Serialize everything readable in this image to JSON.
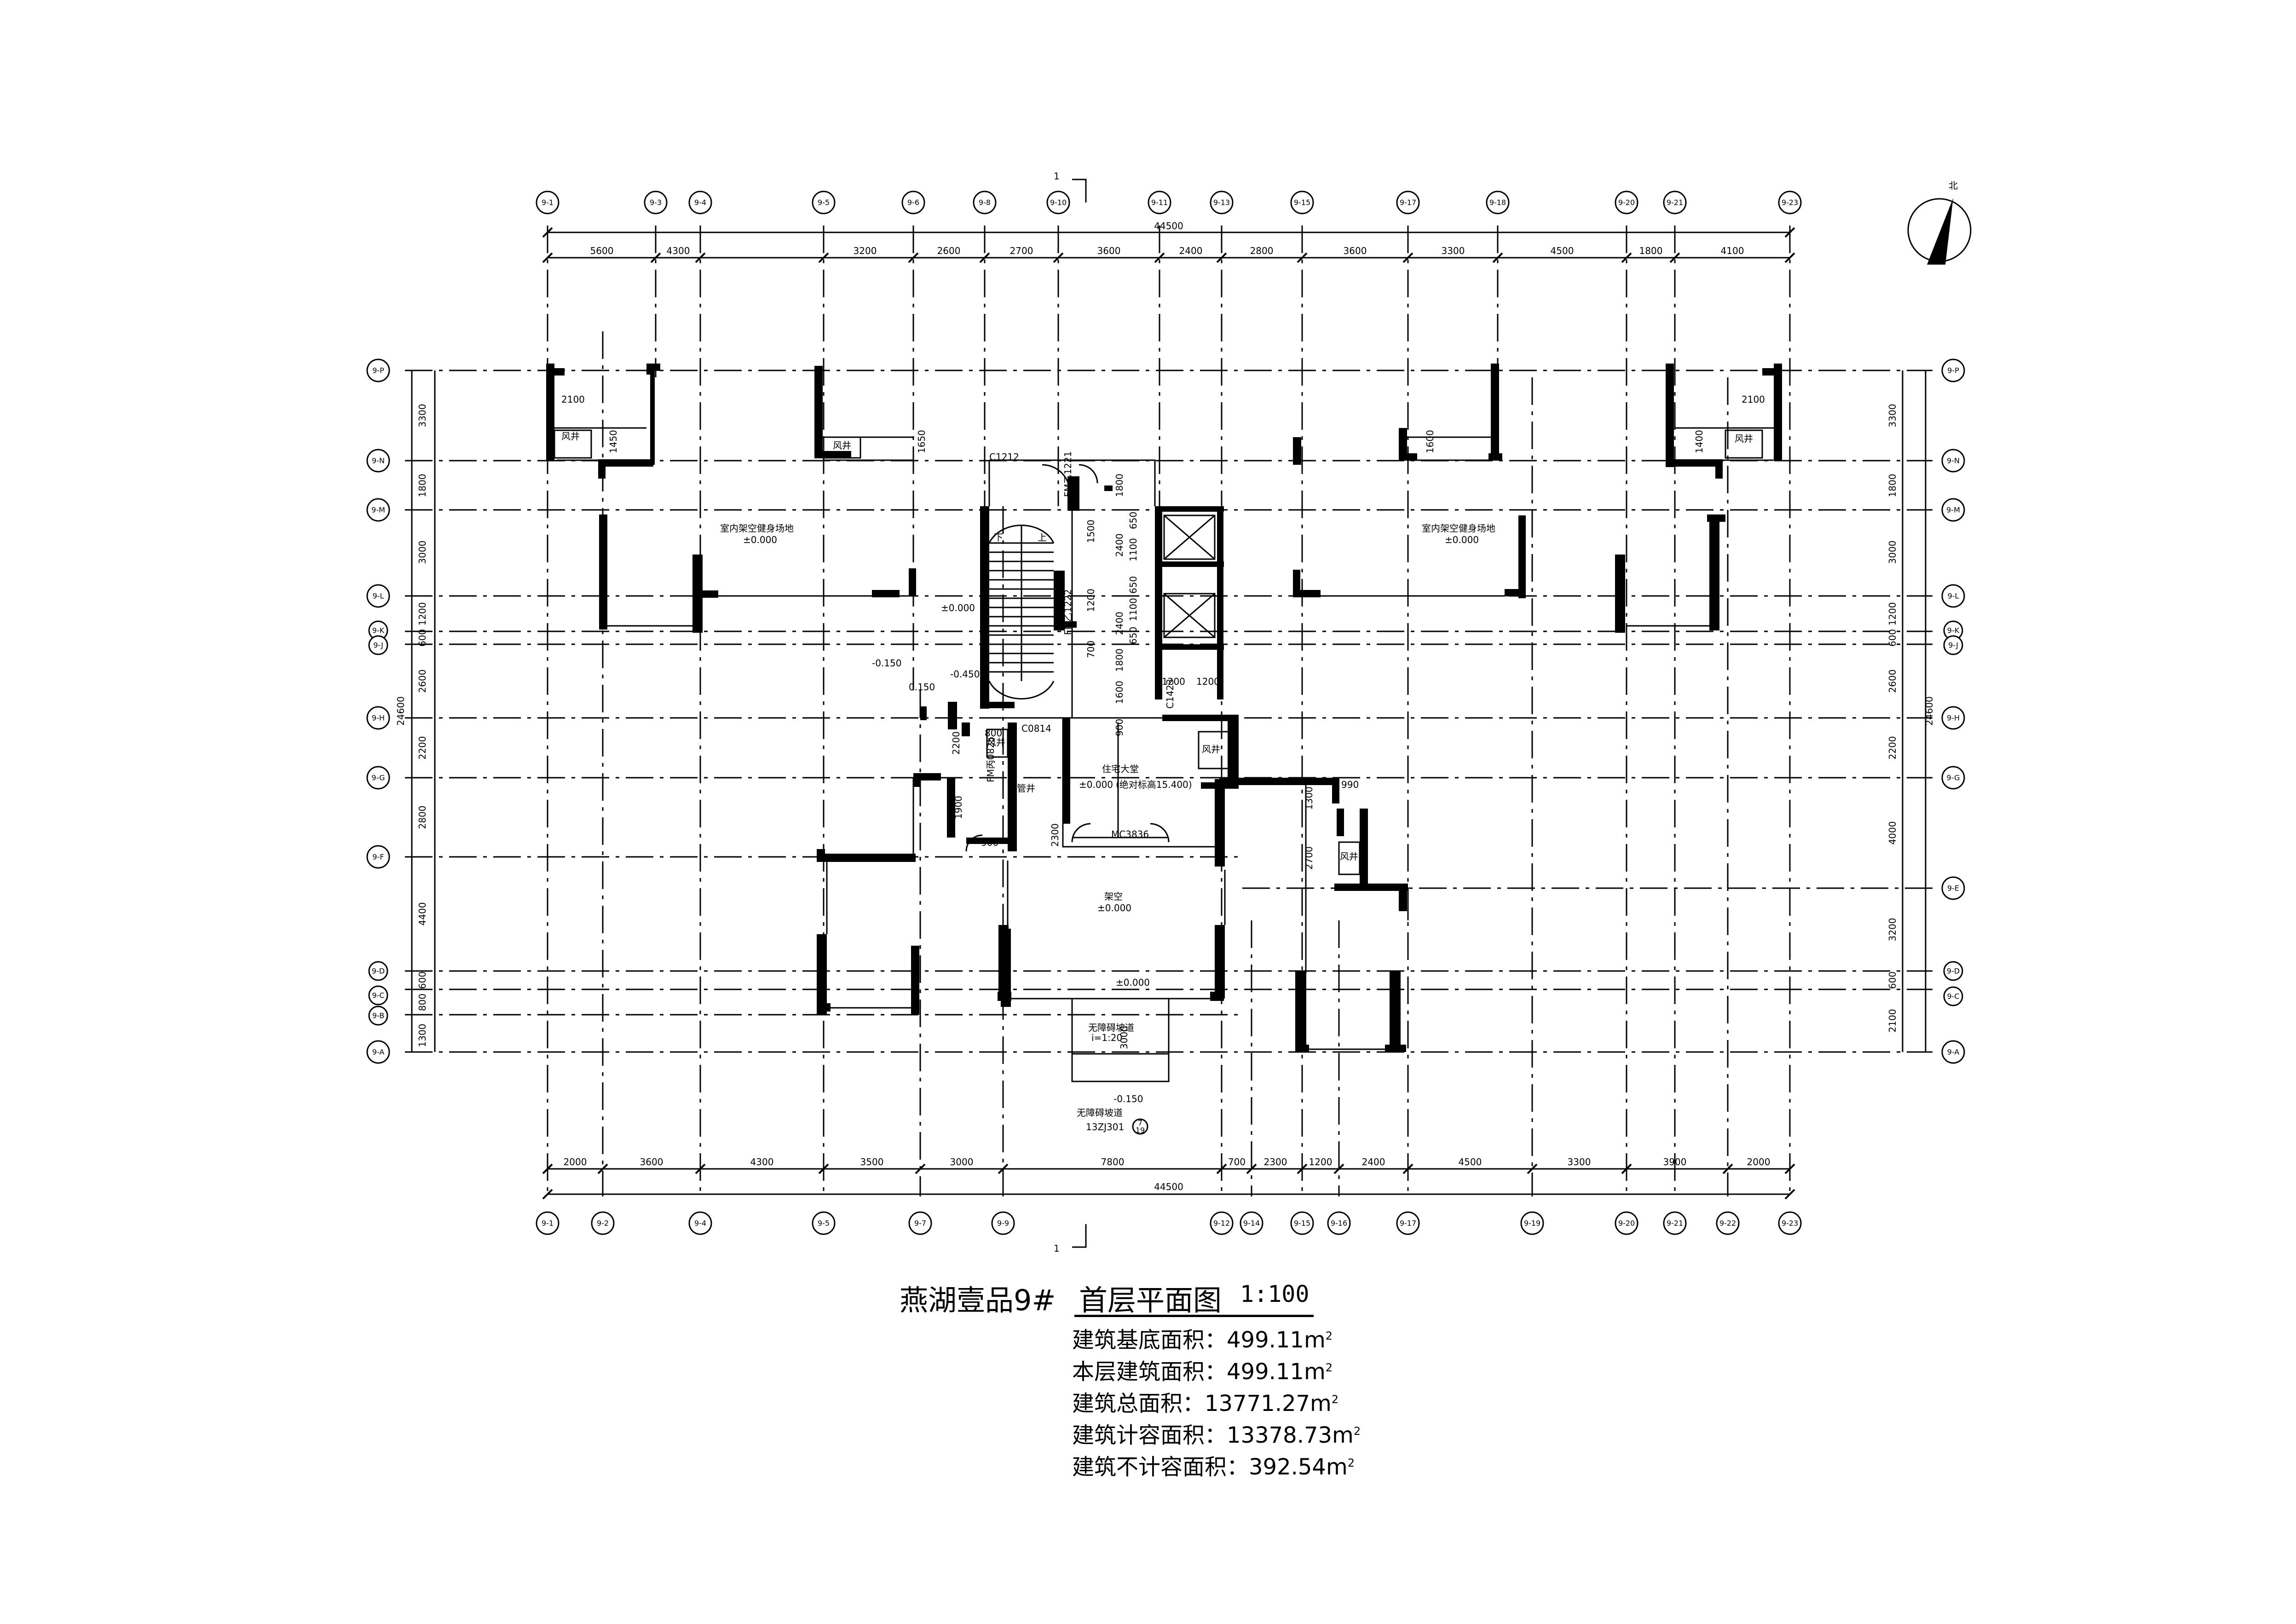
{
  "project": {
    "name": "燕湖壹品9#"
  },
  "drawing": {
    "title": "首层平面图",
    "scale": "1:100"
  },
  "stats": [
    {
      "label": "建筑基底面积：",
      "value": "499.11m",
      "sup": "2"
    },
    {
      "label": "本层建筑面积：",
      "value": "499.11m",
      "sup": "2"
    },
    {
      "label": "建筑总面积：",
      "value": "13771.27m",
      "sup": "2"
    },
    {
      "label": "建筑计容面积：",
      "value": "13378.73m",
      "sup": "2"
    },
    {
      "label": "建筑不计容面积：",
      "value": "392.54m",
      "sup": "2"
    }
  ],
  "north_arrow": {
    "label": "北"
  },
  "section_marker": {
    "label": "1"
  },
  "axes": {
    "top_labels": [
      "9-1",
      "9-3",
      "9-4",
      "9-5",
      "9-6",
      "9-8",
      "9-10",
      "9-11",
      "9-13",
      "9-15",
      "9-17",
      "9-18",
      "9-20",
      "9-21",
      "9-23"
    ],
    "bottom_labels": [
      "9-1",
      "9-2",
      "9-4",
      "9-5",
      "9-7",
      "9-9",
      "9-12",
      "9-14",
      "9-15",
      "9-16",
      "9-17",
      "9-19",
      "9-20",
      "9-21",
      "9-22",
      "9-23"
    ],
    "left_labels": [
      "9-P",
      "9-N",
      "9-M",
      "9-L",
      "9-K",
      "9-J",
      "9-H",
      "9-G",
      "9-F",
      "9-D",
      "9-C",
      "9-B",
      "9-A"
    ],
    "right_labels": [
      "9-P",
      "9-N",
      "9-M",
      "9-L",
      "9-K",
      "9-J",
      "9-H",
      "9-G",
      "9-E",
      "9-D",
      "9-C",
      "9-A"
    ]
  },
  "dimensions": {
    "top_segments": [
      "5600",
      "4300",
      "3200",
      "2600",
      "2700",
      "3600",
      "2400",
      "2800",
      "3600",
      "3300",
      "4500",
      "1800",
      "4100"
    ],
    "top_total": "44500",
    "bottom_segments": [
      "2000",
      "3600",
      "4300",
      "3500",
      "3000",
      "7800",
      "700",
      "2300",
      "1200",
      "2400",
      "4500",
      "3300",
      "3900",
      "2000"
    ],
    "bottom_total": "44500",
    "left_segments": [
      "3300",
      "1800",
      "3000",
      "1200",
      "600",
      "2600",
      "2200",
      "2800",
      "4400",
      "600",
      "800",
      "1300"
    ],
    "left_total": "24600",
    "right_segments": [
      "3300",
      "1800",
      "3000",
      "1200",
      "600",
      "2600",
      "2200",
      "4000",
      "3200",
      "600",
      "2100"
    ],
    "right_total": "24600"
  },
  "rooms": {
    "fan_shaft": "风井",
    "fitness_left": "室内架空健身场地",
    "fitness_right": "室内架空健身场地",
    "lobby": "住宅大堂",
    "lobby_elev": "±0.000",
    "lobby_elev_abs": "(绝对标高15.400)",
    "pipe_well": "管井",
    "overhead": "架空",
    "ramp": "无障碍坡道",
    "ramp_slope": "i=1:20",
    "ramp_len": "3000",
    "std_ref": "13ZJ301",
    "std_ref_num": "7",
    "std_ref_page": "19"
  },
  "elevations": {
    "zero": "±0.000",
    "m150": "-0.150",
    "p150": "0.150",
    "m450": "-0.450"
  },
  "labels": {
    "c1212": "C1212",
    "fm1": "FM乙1221",
    "fm2": "FM乙1222",
    "fm3": "FM丙0825",
    "c0814": "C0814",
    "mc3836": "MC3836",
    "c1423": "C1423",
    "stair_down": "下",
    "stair_up": "上"
  },
  "misc_dims": {
    "d2100": "2100",
    "d1450": "1450",
    "d1650": "1650",
    "d1600": "1600",
    "d1400": "1400",
    "d990": "990",
    "d1300": "1300",
    "d2700": "2700",
    "d1900": "1900",
    "d900": "900",
    "d800": "800",
    "d2300": "2300",
    "d2200": "2200",
    "d1200": "1200",
    "d2400": "2400",
    "d1800": "1800",
    "d650": "650",
    "d1100": "1100",
    "d1500": "1500",
    "d700": "700"
  }
}
